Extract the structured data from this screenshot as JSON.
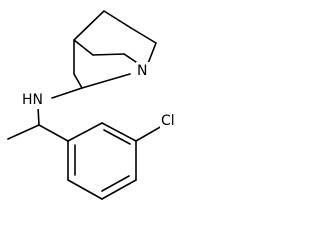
{
  "molecule": {
    "atom_labels": {
      "amine": "HN",
      "bridgehead_nitrogen": "N",
      "chlorine": "Cl"
    }
  }
}
